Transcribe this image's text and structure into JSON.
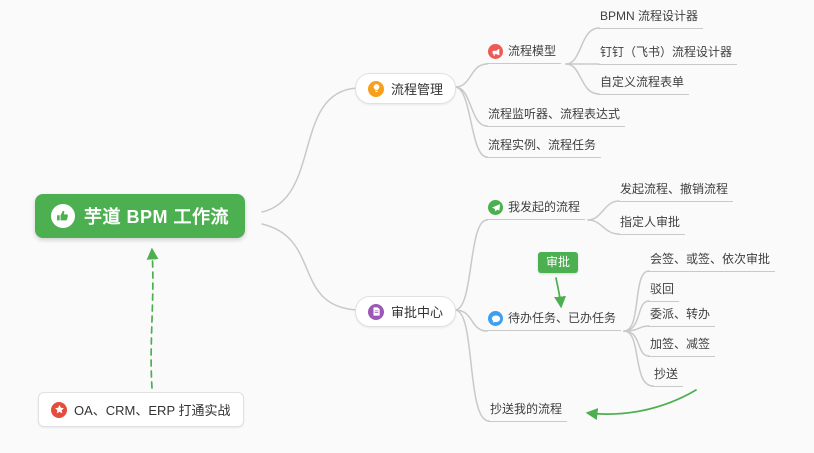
{
  "colors": {
    "green": "#4caf50",
    "orange": "#f9a01b",
    "purple": "#9b59b6",
    "red": "#ec5b56",
    "blue": "#3d9ff0",
    "starred": "#e64c3c",
    "line": "#c9c9c9",
    "bg": "#fafafa"
  },
  "root": {
    "label": "芋道 BPM 工作流",
    "icon": "thumbs-up-icon"
  },
  "process": {
    "label": "流程管理",
    "icon": "lightbulb-icon",
    "model": {
      "label": "流程模型",
      "icon": "megaphone-icon",
      "bpmn": {
        "label": "BPMN 流程设计器"
      },
      "dingtalk": {
        "label": "钉钉（飞书）流程设计器"
      },
      "custom_form": {
        "label": "自定义流程表单"
      }
    },
    "listener": {
      "label": "流程监听器、流程表达式"
    },
    "instance": {
      "label": "流程实例、流程任务"
    }
  },
  "approval": {
    "label": "审批中心",
    "icon": "document-icon",
    "my_initiated": {
      "label": "我发起的流程",
      "icon": "paper-plane-icon",
      "initiate_cancel": {
        "label": "发起流程、撤销流程"
      },
      "assignee": {
        "label": "指定人审批"
      }
    },
    "todo_done": {
      "label": "待办任务、已办任务",
      "icon": "chat-bubble-icon",
      "countersign": {
        "label": "会签、或签、依次审批"
      },
      "reject": {
        "label": "驳回"
      },
      "delegate": {
        "label": "委派、转办"
      },
      "add_sign": {
        "label": "加签、减签"
      },
      "cc": {
        "label": "抄送"
      }
    },
    "cc_my": {
      "label": "抄送我的流程"
    }
  },
  "badge": {
    "label": "审批"
  },
  "footer": {
    "label": "OA、CRM、ERP 打通实战",
    "icon": "star-icon"
  }
}
